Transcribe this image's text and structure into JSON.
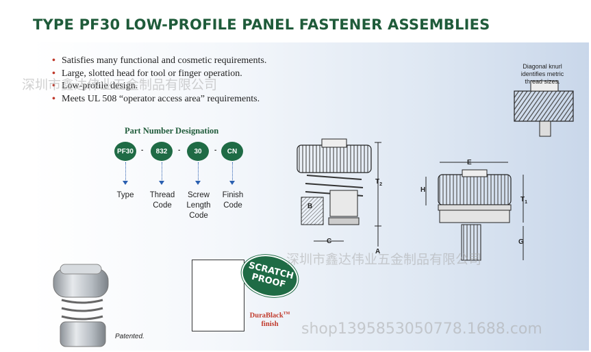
{
  "title": "TYPE PF30 LOW-PROFILE PANEL FASTENER ASSEMBLIES",
  "bullets": [
    "Satisfies many functional and cosmetic requirements.",
    "Large, slotted head for tool or finger operation.",
    "Low-profile design.",
    "Meets UL 508 “operator access area” requirements."
  ],
  "part_number": {
    "heading": "Part Number Designation",
    "codes": [
      "PF30",
      "832",
      "30",
      "CN"
    ],
    "separator": "-",
    "labels": [
      "Type",
      "Thread Code",
      "Screw Length Code",
      "Finish Code"
    ]
  },
  "knurl_note": "Diagonal knurl identifies metric thread sizes.",
  "dimensions": {
    "T2": "T",
    "T2_sub": "2",
    "T1": "T",
    "T1_sub": "1",
    "H": "H",
    "E": "E",
    "C": "C",
    "A": "A",
    "G": "G",
    "B": "B"
  },
  "badge": {
    "line1": "SCRATCH",
    "line2": "PROOF"
  },
  "finish": {
    "name": "DuraBlack",
    "tm": "TM",
    "suffix": "finish"
  },
  "patented": "Patented.",
  "watermarks": {
    "top": "深圳市鑫达伟业五金制品有限公司",
    "bottom": "深圳市鑫达伟业五金制品有限公司",
    "shop": "shop1395853050778.1688.com"
  },
  "colors": {
    "accent_green": "#1f6b45",
    "title_green": "#1f5b3a",
    "bullet_red": "#c0392b",
    "arrow_blue": "#2a5fb0"
  }
}
